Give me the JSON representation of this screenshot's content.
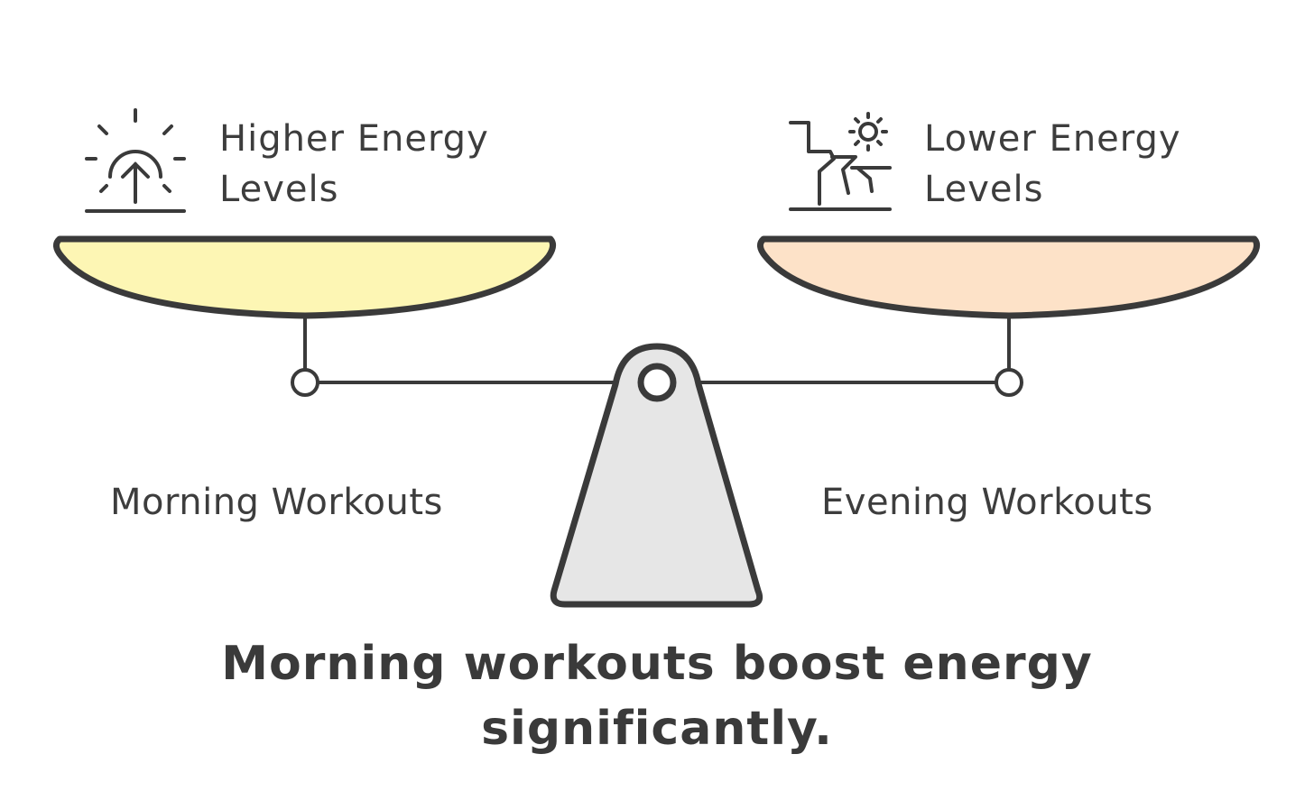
{
  "left_pan": {
    "label_line1": "Higher Energy",
    "label_line2": "Levels",
    "icon": "sunrise-arrow-icon",
    "fill_color": "#fdf6b4"
  },
  "right_pan": {
    "label_line1": "Lower Energy",
    "label_line2": "Levels",
    "icon": "sunset-canyon-icon",
    "fill_color": "#fde2c8"
  },
  "left_side_label": "Morning Workouts",
  "right_side_label": "Evening Workouts",
  "caption": {
    "line1": "Morning workouts boost energy",
    "line2": "significantly."
  },
  "colors": {
    "outline": "#3a3a3a",
    "fulcrum_fill": "#e6e6e6"
  }
}
